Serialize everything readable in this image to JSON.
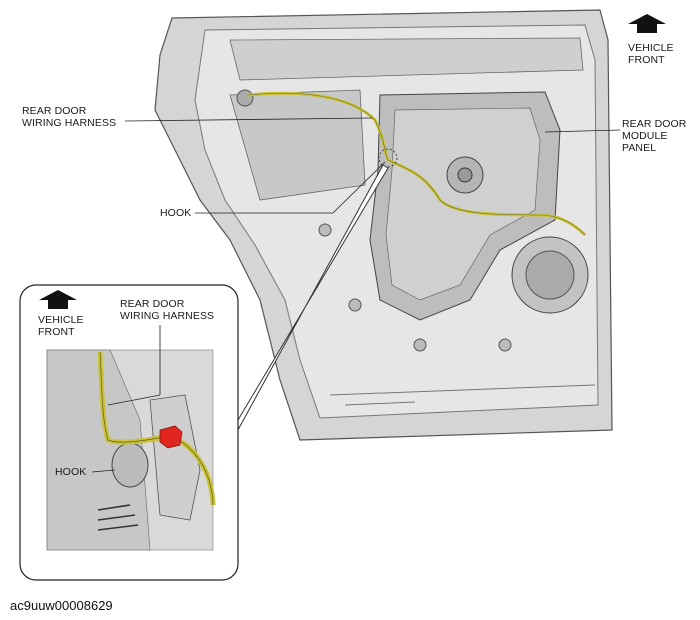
{
  "main_view": {
    "vehicle_front": {
      "line1": "VEHICLE",
      "line2": "FRONT"
    },
    "labels": {
      "rear_door_wiring_harness": {
        "line1": "REAR DOOR",
        "line2": "WIRING HARNESS"
      },
      "rear_door_module_panel": {
        "line1": "REAR DOOR",
        "line2": "MODULE",
        "line3": "PANEL"
      },
      "hook": "HOOK"
    }
  },
  "detail_view": {
    "vehicle_front": {
      "line1": "VEHICLE",
      "line2": "FRONT"
    },
    "labels": {
      "rear_door_wiring_harness": {
        "line1": "REAR DOOR",
        "line2": "WIRING HARNESS"
      },
      "hook": "HOOK"
    }
  },
  "figure_code": "ac9uuw00008629",
  "colors": {
    "harness": "#c9c23a",
    "hook_highlight": "#e0261e",
    "panel": "#d9d9d9"
  }
}
